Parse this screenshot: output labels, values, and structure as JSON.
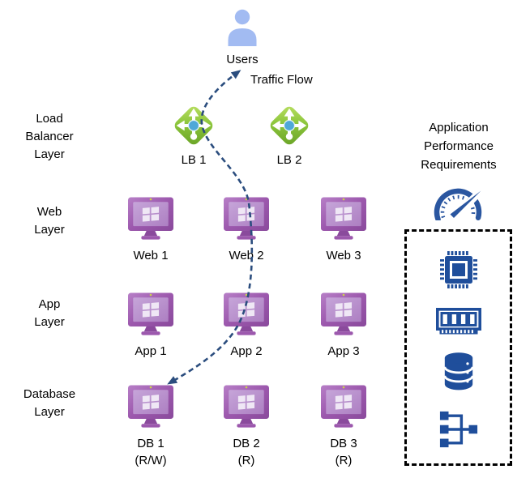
{
  "users": {
    "label": "Users"
  },
  "traffic_flow": "Traffic Flow",
  "layers": {
    "lb": [
      "Load",
      "Balancer",
      "Layer"
    ],
    "web": [
      "Web",
      "Layer"
    ],
    "app": [
      "App",
      "Layer"
    ],
    "db": [
      "Database",
      "Layer"
    ]
  },
  "lb_nodes": [
    {
      "label": "LB 1"
    },
    {
      "label": "LB 2"
    }
  ],
  "web_nodes": [
    {
      "label": "Web 1"
    },
    {
      "label": "Web 2"
    },
    {
      "label": "Web 3"
    }
  ],
  "app_nodes": [
    {
      "label": "App 1"
    },
    {
      "label": "App 2"
    },
    {
      "label": "App 3"
    }
  ],
  "db_nodes": [
    {
      "label": "DB 1",
      "mode": "(R/W)"
    },
    {
      "label": "DB 2",
      "mode": "(R)"
    },
    {
      "label": "DB 3",
      "mode": "(R)"
    }
  ],
  "requirements_panel": {
    "title": [
      "Application",
      "Performance",
      "Requirements"
    ],
    "icons": [
      "speedometer",
      "cpu",
      "memory",
      "database",
      "hierarchy"
    ]
  },
  "colors": {
    "traffic_arrow": "#2b4d7e",
    "users_icon": "#a2bbf2",
    "lb_green_light": "#badf63",
    "lb_green_dark": "#68a226",
    "lb_hub_blue": "#4fa8d8",
    "monitor_purple": "#9c58ad",
    "monitor_screen": "#b48fc9",
    "requirement_icons_blue": "#1f4e9b",
    "background": "#ffffff"
  }
}
